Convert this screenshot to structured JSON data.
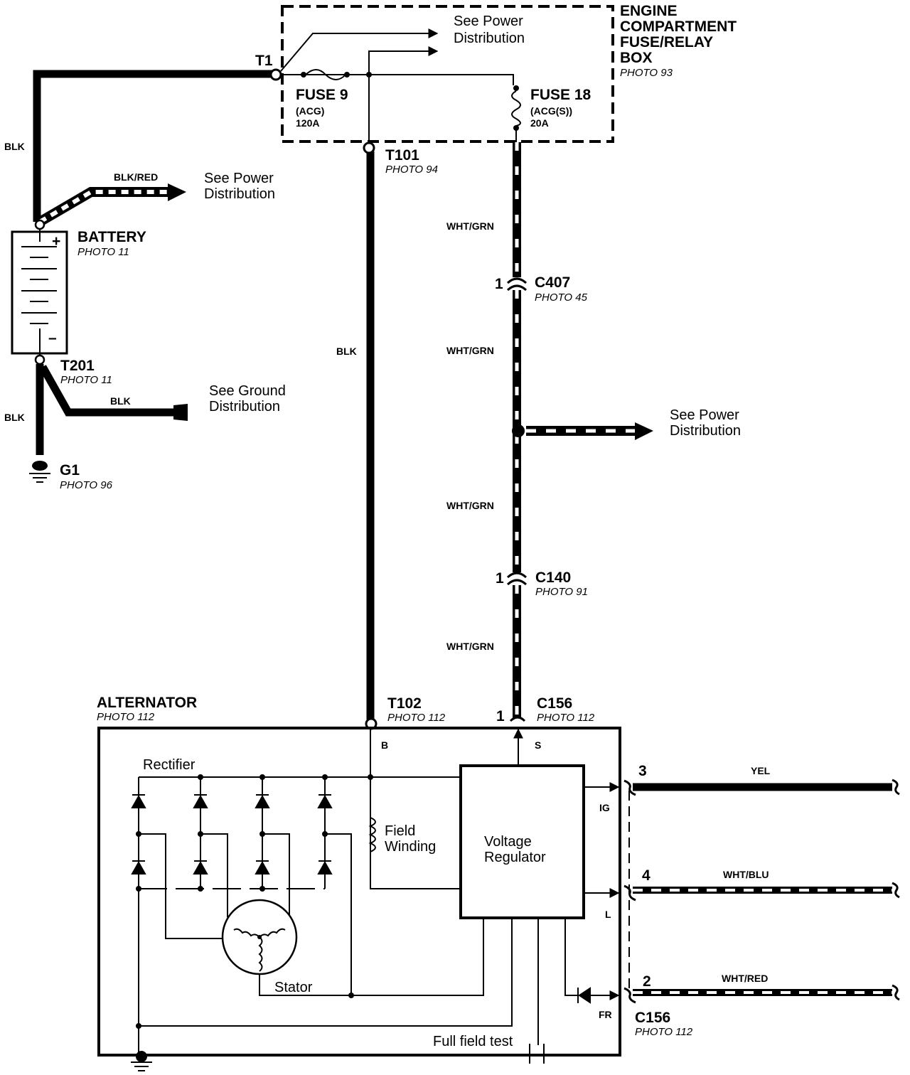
{
  "fuse_box": {
    "title_lines": [
      "ENGINE",
      "COMPARTMENT",
      "FUSE/RELAY",
      "BOX"
    ],
    "photo": "PHOTO 93",
    "fuse9": {
      "name": "FUSE 9",
      "code": "(ACG)",
      "rating": "120A"
    },
    "fuse18": {
      "name": "FUSE 18",
      "code": "(ACG(S))",
      "rating": "20A"
    },
    "see_power_1": "See Power",
    "see_power_2": "Distribution"
  },
  "terminals": {
    "t1": "T1",
    "t101": {
      "name": "T101",
      "photo": "PHOTO 94"
    },
    "t102": {
      "name": "T102",
      "photo": "PHOTO 112"
    },
    "t201": {
      "name": "T201",
      "photo": "PHOTO 11"
    }
  },
  "battery": {
    "name": "BATTERY",
    "photo": "PHOTO 11",
    "plus": "+",
    "minus": "–"
  },
  "ground": {
    "name": "G1",
    "photo": "PHOTO 96"
  },
  "wires": {
    "blk": "BLK",
    "blk_red": "BLK/RED",
    "wht_grn": "WHT/GRN",
    "yel": "YEL",
    "wht_blu": "WHT/BLU",
    "wht_red": "WHT/RED"
  },
  "see_power": {
    "line1": "See Power",
    "line2": "Distribution"
  },
  "see_ground": {
    "line1": "See Ground",
    "line2": "Distribution"
  },
  "connectors": {
    "c407": {
      "name": "C407",
      "photo": "PHOTO 45",
      "pin": "1"
    },
    "c140": {
      "name": "C140",
      "photo": "PHOTO 91",
      "pin": "1"
    },
    "c156": {
      "name": "C156",
      "photo": "PHOTO 112",
      "pin": "1"
    },
    "c156_bottom": {
      "name": "C156",
      "photo": "PHOTO 112"
    },
    "pin3": "3",
    "pin4": "4",
    "pin2": "2"
  },
  "alternator": {
    "name": "ALTERNATOR",
    "photo": "PHOTO 112",
    "b": "B",
    "s": "S",
    "rectifier": "Rectifier",
    "field_1": "Field",
    "field_2": "Winding",
    "vr_1": "Voltage",
    "vr_2": "Regulator",
    "stator": "Stator",
    "ig": "IG",
    "l": "L",
    "fr": "FR",
    "full_field": "Full field test"
  }
}
